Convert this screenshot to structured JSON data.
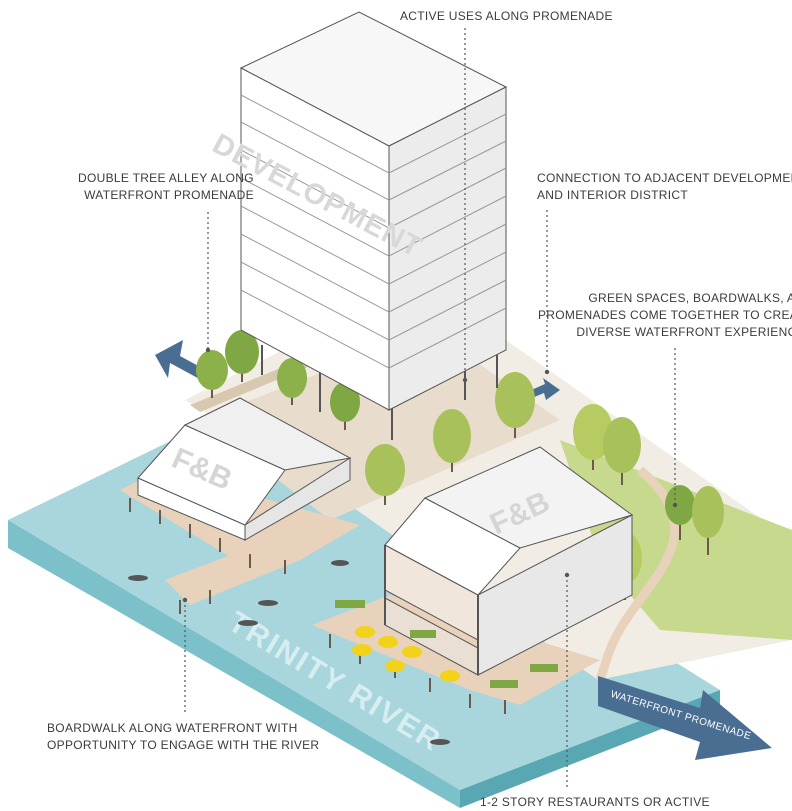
{
  "annotations": {
    "active_uses": [
      "ACTIVE USES ALONG PROMENADE"
    ],
    "double_tree_alley": [
      "DOUBLE TREE ALLEY ALONG",
      "WATERFRONT PROMENADE"
    ],
    "connection": [
      "CONNECTION TO ADJACENT DEVELOPMENT",
      "AND INTERIOR DISTRICT"
    ],
    "green_spaces": [
      "GREEN SPACES, BOARDWALKS, AND",
      "PROMENADES COME TOGETHER TO CREATE",
      "DIVERSE WATERFRONT EXPERIENCES"
    ],
    "boardwalk": [
      "BOARDWALK ALONG WATERFRONT WITH",
      "OPPORTUNITY TO ENGAGE WITH THE RIVER"
    ],
    "restaurants": [
      "1-2 STORY RESTAURANTS OR ACTIVE"
    ]
  },
  "labels": {
    "tower": "DEVELOPMENT",
    "pavilion_left": "F&B",
    "pavilion_right": "F&B",
    "river": "TRINITY RIVER",
    "promenade": "WATERFRONT PROMENADE"
  },
  "colors": {
    "water_top": "#a9d6dc",
    "water_side": "#7cc0ca",
    "deck": "#e9d2bb",
    "grass": "#c6d98c",
    "tree": "#9cbc4d",
    "arrow": "#4a6e92"
  }
}
